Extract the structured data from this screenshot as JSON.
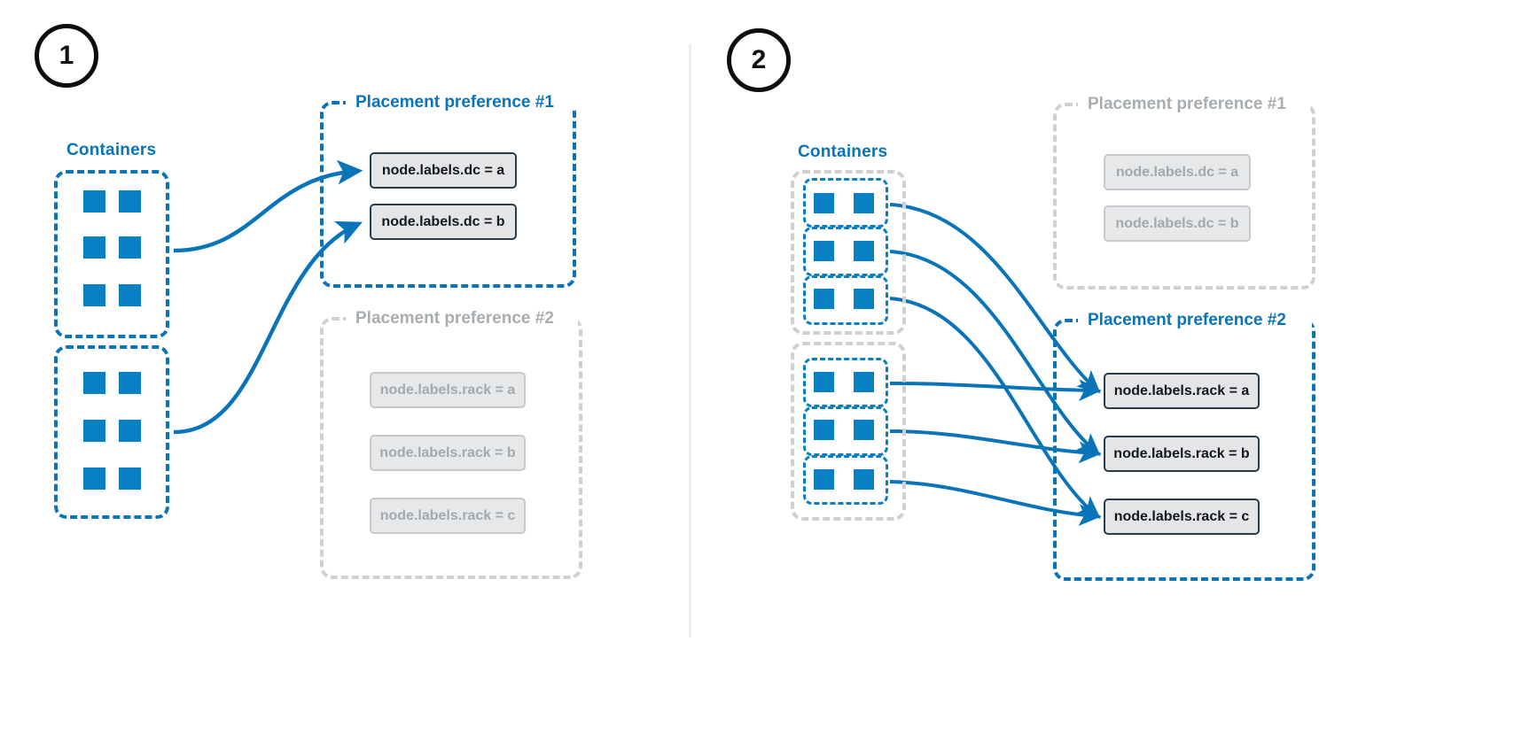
{
  "diagram": {
    "title_blue": "#0a74b9",
    "muted_gray": "#a8adb1",
    "container_square_color": "#0a80c4",
    "chip_active_border": "#273c4c",
    "chip_active_fill": "#e3e5e7"
  },
  "panels": [
    {
      "step": "1",
      "containers_label": "Containers",
      "containers_label_state": "active",
      "groups": [
        {
          "rows": [
            [
              "square",
              "square"
            ],
            [
              "square",
              "square"
            ],
            [
              "square",
              "square"
            ]
          ]
        },
        {
          "rows": [
            [
              "square",
              "square"
            ],
            [
              "square",
              "square"
            ],
            [
              "square",
              "square"
            ]
          ]
        }
      ],
      "preferences": [
        {
          "title": "Placement preference #1",
          "state": "active",
          "chips": [
            {
              "label": "node.labels.dc = a",
              "state": "active"
            },
            {
              "label": "node.labels.dc = b",
              "state": "active"
            }
          ]
        },
        {
          "title": "Placement preference #2",
          "state": "inactive",
          "chips": [
            {
              "label": "node.labels.rack = a",
              "state": "inactive"
            },
            {
              "label": "node.labels.rack = b",
              "state": "inactive"
            },
            {
              "label": "node.labels.rack = c",
              "state": "inactive"
            }
          ]
        }
      ],
      "arrow_count": 2
    },
    {
      "step": "2",
      "containers_label": "Containers",
      "containers_label_state": "active",
      "groups": [
        {
          "rows": [
            [
              "square",
              "square"
            ],
            [
              "square",
              "square"
            ],
            [
              "square",
              "square"
            ]
          ]
        },
        {
          "rows": [
            [
              "square",
              "square"
            ],
            [
              "square",
              "square"
            ],
            [
              "square",
              "square"
            ]
          ]
        }
      ],
      "preferences": [
        {
          "title": "Placement preference #1",
          "state": "inactive",
          "chips": [
            {
              "label": "node.labels.dc = a",
              "state": "inactive"
            },
            {
              "label": "node.labels.dc = b",
              "state": "inactive"
            }
          ]
        },
        {
          "title": "Placement preference #2",
          "state": "active",
          "chips": [
            {
              "label": "node.labels.rack = a",
              "state": "active"
            },
            {
              "label": "node.labels.rack = b",
              "state": "active"
            },
            {
              "label": "node.labels.rack = c",
              "state": "active"
            }
          ]
        }
      ],
      "arrow_count": 6
    }
  ]
}
